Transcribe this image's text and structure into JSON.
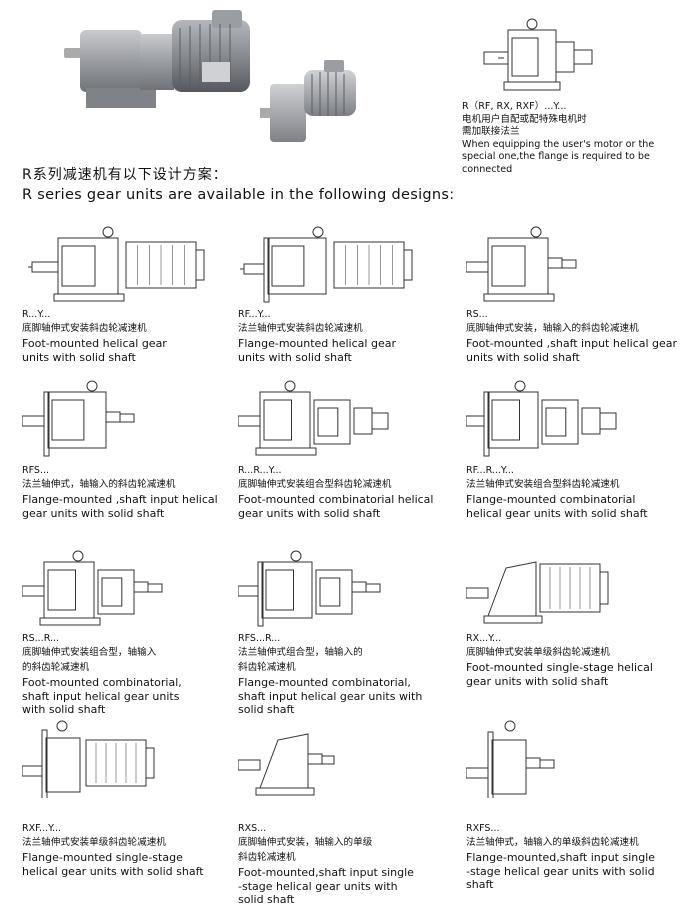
{
  "heading": {
    "cn": "R系列减速机有以下设计方案：",
    "en": "R series gear units are available in the following designs:"
  },
  "note": {
    "code": "R（RF, RX, RXF）...Y...",
    "cn_lines": [
      "电机用户自配或配特殊电机时",
      "需加联接法兰"
    ],
    "en_lines": [
      "When equipping the user's motor or the",
      "special one,the flange is required to be",
      "connected"
    ]
  },
  "designs": [
    {
      "code": "R...Y...",
      "cn_lines": [
        "底脚轴伸式安装斜齿轮减速机"
      ],
      "en_lines": [
        "Foot-mounted helical gear",
        "units with solid shaft"
      ]
    },
    {
      "code": "RF...Y...",
      "cn_lines": [
        "法兰轴伸式安装斜齿轮减速机"
      ],
      "en_lines": [
        "Flange-mounted helical gear",
        "units with solid shaft"
      ]
    },
    {
      "code": "RS...",
      "cn_lines": [
        "底脚轴伸式安装，轴输入的斜齿轮减速机"
      ],
      "en_lines": [
        "Foot-mounted ,shaft input helical gear",
        "units with solid shaft"
      ]
    },
    {
      "code": "RFS...",
      "cn_lines": [
        "法兰轴伸式，轴输入的斜齿轮减速机"
      ],
      "en_lines": [
        "Flange-mounted ,shaft input helical",
        "gear units with solid shaft"
      ]
    },
    {
      "code": "R...R...Y...",
      "cn_lines": [
        "底脚轴伸式安装组合型斜齿轮减速机"
      ],
      "en_lines": [
        "Foot-mounted combinatorial helical",
        "gear units with solid shaft"
      ]
    },
    {
      "code": "RF...R...Y...",
      "cn_lines": [
        "法兰轴伸式安装组合型斜齿轮减速机"
      ],
      "en_lines": [
        "Flange-mounted combinatorial",
        "helical gear units with solid shaft"
      ]
    },
    {
      "code": "RS...R...",
      "cn_lines": [
        "底脚轴伸式安装组合型，轴输入",
        "的斜齿轮减速机"
      ],
      "en_lines": [
        "Foot-mounted combinatorial,",
        "shaft input helical gear units",
        "with solid shaft"
      ]
    },
    {
      "code": "RFS...R...",
      "cn_lines": [
        "法兰轴伸式组合型，轴输入的",
        "斜齿轮减速机"
      ],
      "en_lines": [
        "Flange-mounted combinatorial,",
        "shaft input helical gear units with",
        "solid shaft"
      ]
    },
    {
      "code": "RX...Y...",
      "cn_lines": [
        "底脚轴伸式安装单级斜齿轮减速机"
      ],
      "en_lines": [
        "Foot-mounted single-stage helical",
        "gear units with solid shaft"
      ]
    },
    {
      "code": "RXF...Y...",
      "cn_lines": [
        "法兰轴伸式安装单级斜齿轮减速机"
      ],
      "en_lines": [
        "Flange-mounted single-stage",
        "helical gear units with solid shaft"
      ]
    },
    {
      "code": "RXS...",
      "cn_lines": [
        "底脚轴伸式安装，轴输入的单级",
        "斜齿轮减速机"
      ],
      "en_lines": [
        "Foot-mounted,shaft input single",
        "-stage  helical gear units with",
        "solid shaft"
      ]
    },
    {
      "code": "RXFS...",
      "cn_lines": [
        "法兰轴伸式，轴输入的单级斜齿轮减速机"
      ],
      "en_lines": [
        "Flange-mounted,shaft input single",
        "-stage  helical gear units with solid",
        "shaft"
      ]
    }
  ]
}
